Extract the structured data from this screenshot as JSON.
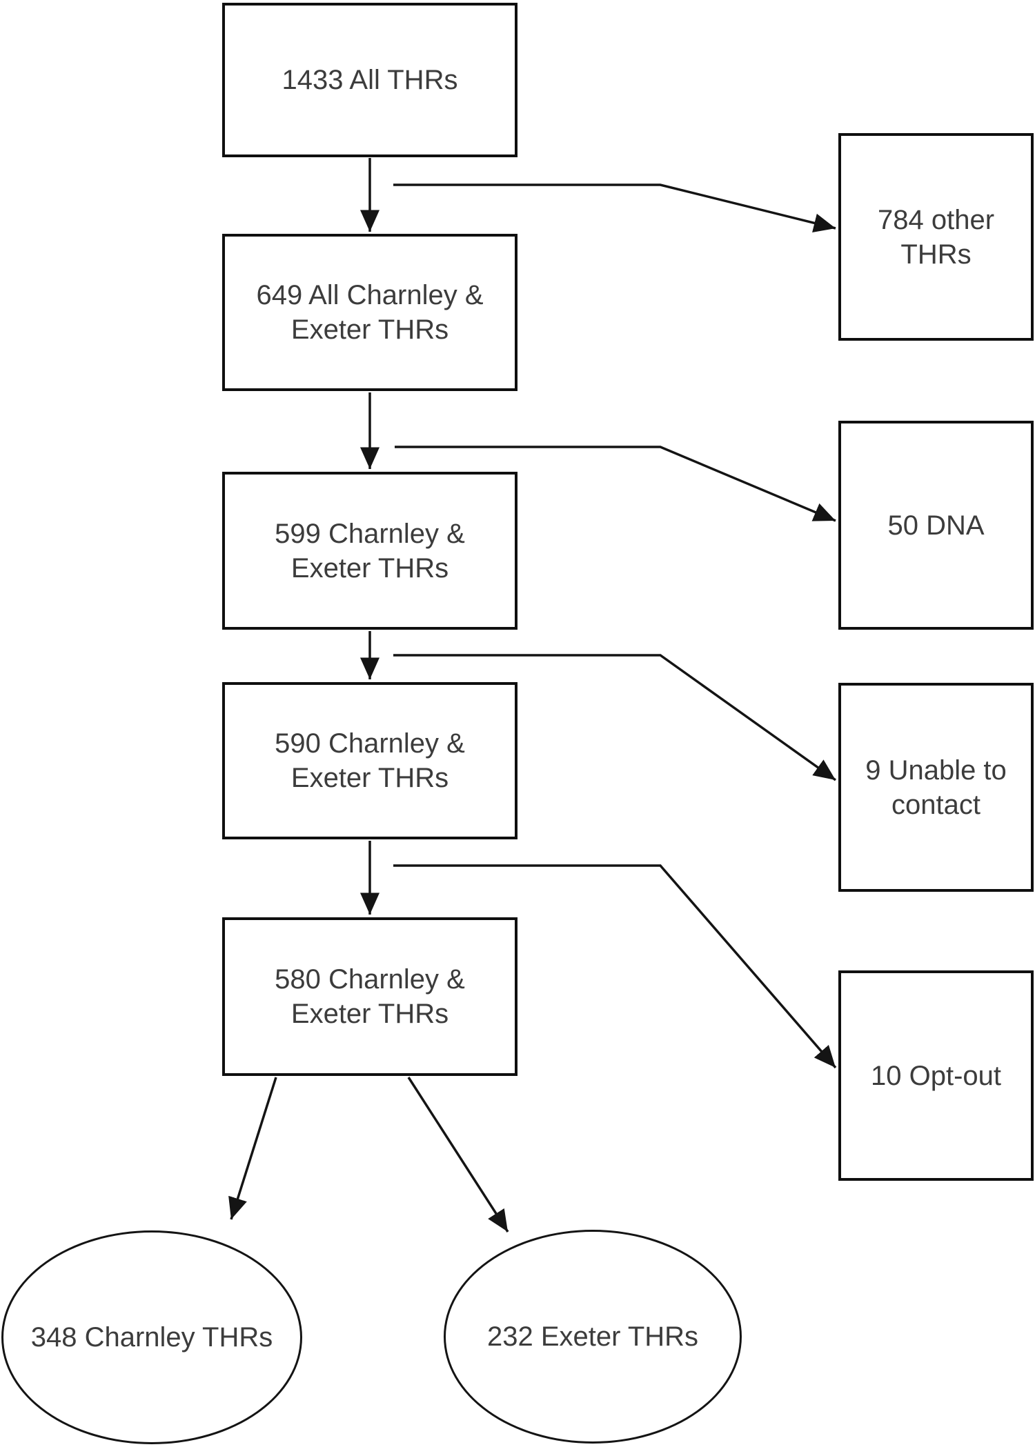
{
  "background": "#ffffff",
  "colors": {
    "box_border": "#0f0f0f",
    "text": "#3c3c3c",
    "connector": "#141414"
  },
  "nodes": {
    "all_thrs": {
      "label": "1433 All THRs"
    },
    "all_charnley_exeter": {
      "label": "649 All Charnley &\nExeter  THRs"
    },
    "charnley_exeter_599": {
      "label": "599 Charnley &\nExeter THRs"
    },
    "charnley_exeter_590": {
      "label": "590 Charnley &\nExeter THRs"
    },
    "charnley_exeter_580": {
      "label": "580 Charnley &\nExeter THRs"
    },
    "other_thrs": {
      "label": "784 other\nTHRs"
    },
    "dna": {
      "label": "50 DNA"
    },
    "unable_to_contact": {
      "label": "9 Unable to\ncontact"
    },
    "opt_out": {
      "label": "10 Opt-out"
    },
    "charnley_thrs": {
      "label": "348 Charnley THRs"
    },
    "exeter_thrs": {
      "label": "232 Exeter THRs"
    }
  },
  "edges": [
    {
      "from": "1433 All THRs",
      "to": "649 All Charnley & Exeter THRs"
    },
    {
      "from": "1433 All THRs",
      "to": "784 other THRs"
    },
    {
      "from": "649 All Charnley & Exeter THRs",
      "to": "599 Charnley & Exeter THRs"
    },
    {
      "from": "649 All Charnley & Exeter THRs",
      "to": "50 DNA"
    },
    {
      "from": "599 Charnley & Exeter THRs",
      "to": "590 Charnley & Exeter THRs"
    },
    {
      "from": "599 Charnley & Exeter THRs",
      "to": "9 Unable to contact"
    },
    {
      "from": "590 Charnley & Exeter THRs",
      "to": "580 Charnley & Exeter THRs"
    },
    {
      "from": "590 Charnley & Exeter THRs",
      "to": "10 Opt-out"
    },
    {
      "from": "580 Charnley & Exeter THRs",
      "to": "348 Charnley THRs"
    },
    {
      "from": "580 Charnley & Exeter THRs",
      "to": "232 Exeter THRs"
    }
  ]
}
